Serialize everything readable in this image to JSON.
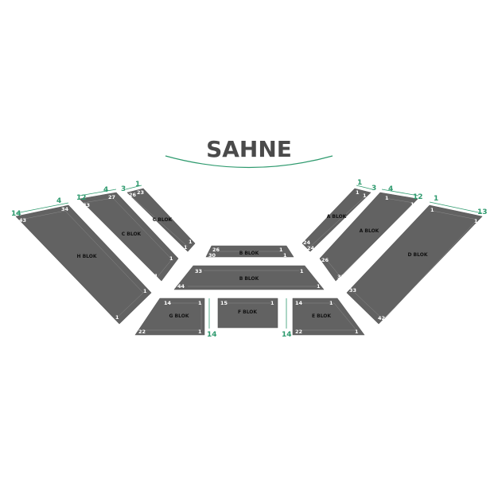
{
  "stage": {
    "title": "SAHNE"
  },
  "blocks": {
    "h": {
      "label": "H BLOK",
      "n1": "14",
      "n2": "4",
      "s1": "43",
      "s2": "34",
      "s3": "1",
      "s4": "1"
    },
    "c_outer": {
      "label": "C BLOK",
      "n1": "12",
      "n2": "4",
      "s1": "33",
      "s2": "27",
      "s3": "1",
      "s4": "1"
    },
    "c_inner": {
      "label": "C BLOK",
      "n1": "3",
      "n2": "1",
      "s1": "26",
      "s2": "23",
      "s3": "1",
      "s4": "1"
    },
    "b_top": {
      "label": "B BLOK",
      "s1": "26",
      "s2": "30",
      "s3": "1",
      "s4": "1"
    },
    "b_main": {
      "label": "B BLOK",
      "s1": "33",
      "s2": "44",
      "s3": "1",
      "s4": "1"
    },
    "a_inner": {
      "label": "A BLOK",
      "n1": "1",
      "n2": "3",
      "s1": "1",
      "s2": "1",
      "s3": "24",
      "s4": "24"
    },
    "a_outer": {
      "label": "A BLOK",
      "n1": "4",
      "n2": "12",
      "s1": "1",
      "s2": "1",
      "s3": "26",
      "s4": "31"
    },
    "d": {
      "label": "D BLOK",
      "n1": "1",
      "n2": "13",
      "s1": "1",
      "s2": "1",
      "s3": "33",
      "s4": "42"
    },
    "g": {
      "label": "G BLOK",
      "n1": "14",
      "s1": "14",
      "s2": "1",
      "s3": "22",
      "s4": "1"
    },
    "f": {
      "label": "F BLOK",
      "s1": "15",
      "s2": "1"
    },
    "e": {
      "label": "E BLOK",
      "n1": "14",
      "s1": "14",
      "s2": "1",
      "s3": "22",
      "s4": "1"
    }
  }
}
